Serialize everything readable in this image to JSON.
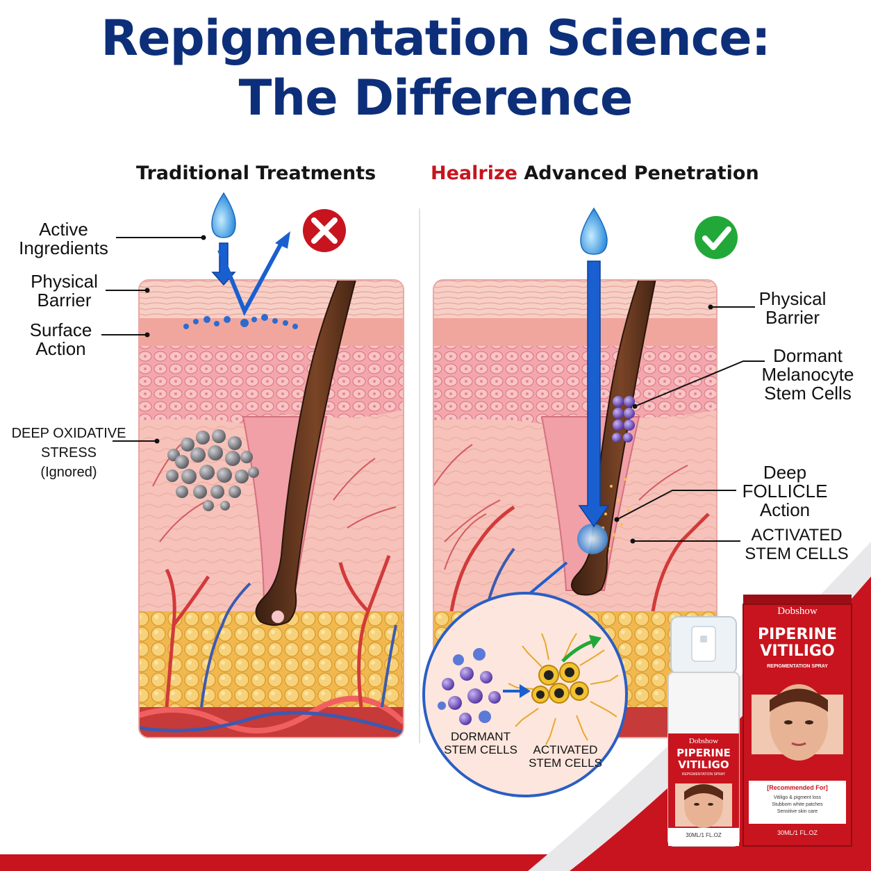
{
  "title": {
    "line1": "Repigmentation Science:",
    "line2": "The Difference"
  },
  "left_panel": {
    "heading": "Traditional Treatments",
    "status_icon": "red-x-icon",
    "labels": {
      "active_ingredients": [
        "Active",
        "Ingredients"
      ],
      "physical_barrier": [
        "Physical",
        "Barrier"
      ],
      "surface_action": [
        "Surface",
        "Action"
      ],
      "oxidative_stress": [
        "DEEP OXIDATIVE",
        "STRESS",
        "(Ignored)"
      ]
    }
  },
  "right_panel": {
    "heading_brand": "Healrize",
    "heading_rest": " Advanced Penetration",
    "status_icon": "green-check-icon",
    "labels": {
      "physical_barrier": [
        "Physical",
        "Barrier"
      ],
      "dormant_melanocyte": [
        "Dormant",
        "Melanocyte",
        "Stem Cells"
      ],
      "deep_follicle": [
        "Deep",
        "FOLLICLE",
        "Action"
      ],
      "activated_stem_cells": [
        "ACTIVATED",
        "STEM CELLS"
      ]
    },
    "inset": {
      "dormant_label": [
        "DORMANT",
        "STEM CELLS"
      ],
      "activated_label": [
        "ACTIVATED",
        "STEM CELLS"
      ]
    }
  },
  "product": {
    "brand": "Dobshow",
    "name_line1": "PIPERINE",
    "name_line2": "VITILIGO",
    "subtitle": "REPIGMENTATION SPRAY",
    "recommended_heading": "[Recommended For]",
    "recommended_items": [
      "Vitiligo & pigment loss",
      "Stubborn white patches",
      "Sensitive skin care"
    ],
    "volume": "30ML/1 FL.OZ"
  },
  "colors": {
    "title_navy": "#0d2f7a",
    "brand_red": "#c8141e",
    "arrow_blue": "#1a5fd0",
    "check_green": "#22a838",
    "x_red": "#c8141e",
    "skin_pink": "#f2b7b1"
  }
}
